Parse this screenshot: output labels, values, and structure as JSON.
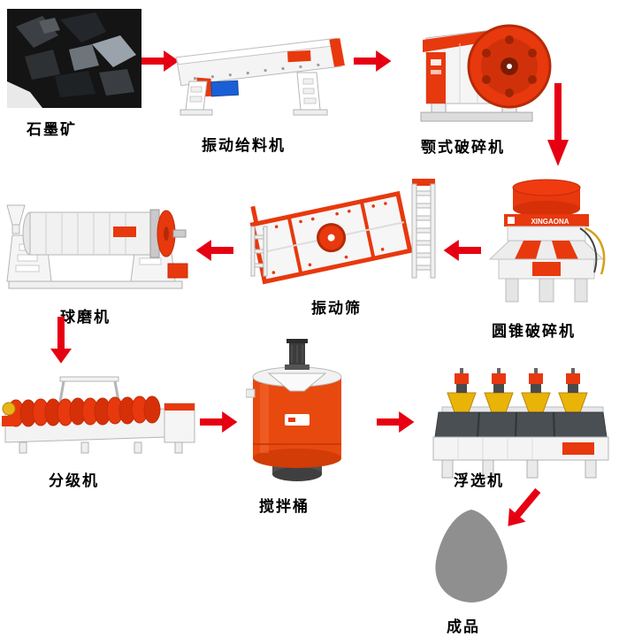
{
  "flow": {
    "arrow_color": "#e60012",
    "machine_red": "#e8380d",
    "steps": [
      {
        "id": "ore",
        "label": "石墨矿"
      },
      {
        "id": "vibrating-feeder",
        "label": "振动给料机"
      },
      {
        "id": "jaw-crusher",
        "label": "颚式破碎机"
      },
      {
        "id": "cone-crusher",
        "label": "圆锥破碎机",
        "brand": "XINGAONA"
      },
      {
        "id": "vibrating-screen",
        "label": "振动筛"
      },
      {
        "id": "ball-mill",
        "label": "球磨机"
      },
      {
        "id": "spiral-classifier",
        "label": "分级机"
      },
      {
        "id": "mixing-barrel",
        "label": "搅拌桶"
      },
      {
        "id": "flotation-machine",
        "label": "浮选机"
      },
      {
        "id": "finished-product",
        "label": "成品"
      }
    ]
  }
}
